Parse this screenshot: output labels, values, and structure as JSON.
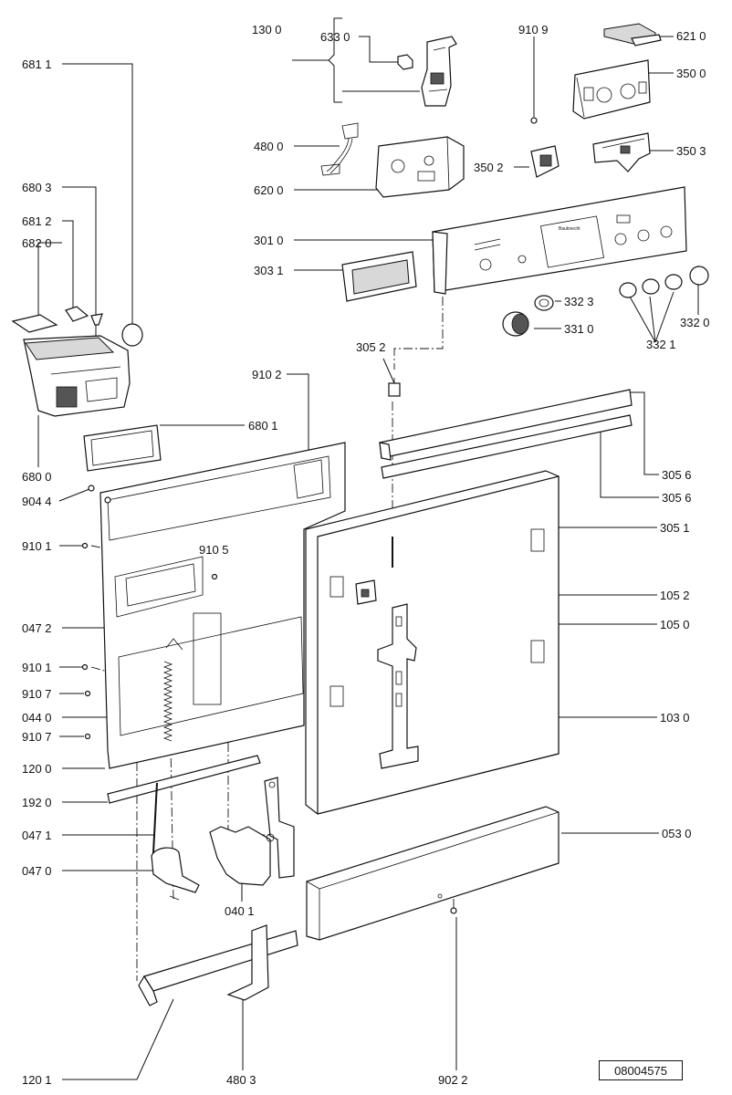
{
  "labels": {
    "l681_1": "681 1",
    "l130_0": "130 0",
    "l633_0": "633 0",
    "l910_9": "910 9",
    "l621_0": "621 0",
    "l350_0": "350 0",
    "l480_0": "480 0",
    "l350_2": "350 2",
    "l350_3": "350 3",
    "l680_3": "680 3",
    "l620_0": "620 0",
    "l681_2": "681 2",
    "l682_0": "682 0",
    "l301_0": "301 0",
    "l303_1": "303 1",
    "l332_3": "332 3",
    "l331_0": "331 0",
    "l332_0": "332 0",
    "l332_1": "332 1",
    "l305_2": "305 2",
    "l910_2": "910 2",
    "l680_1": "680 1",
    "l680_0": "680 0",
    "l305_6a": "305 6",
    "l904_4": "904 4",
    "l305_6b": "305 6",
    "l910_1a": "910 1",
    "l910_5": "910 5",
    "l305_1": "305 1",
    "l105_2": "105 2",
    "l047_2": "047 2",
    "l105_0": "105 0",
    "l910_1b": "910 1",
    "l910_7a": "910 7",
    "l044_0": "044 0",
    "l103_0": "103 0",
    "l910_7b": "910 7",
    "l120_0": "120 0",
    "l192_0": "192 0",
    "l047_1": "047 1",
    "l053_0": "053 0",
    "l047_0": "047 0",
    "l040_1": "040 1",
    "l120_1": "120 1",
    "l480_3": "480 3",
    "l902_2": "902 2"
  },
  "document_number": "08004575"
}
